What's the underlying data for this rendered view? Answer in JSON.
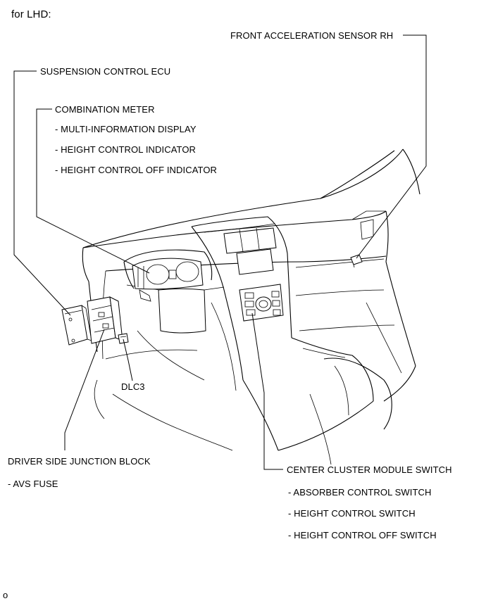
{
  "heading": "for LHD:",
  "footer_marker": "o",
  "labels": {
    "front_accel_sensor_rh": "FRONT ACCELERATION SENSOR RH",
    "suspension_ecu": "SUSPENSION CONTROL ECU",
    "combination_meter": "COMBINATION METER",
    "multi_info_display": "- MULTI-INFORMATION DISPLAY",
    "height_control_indicator": "- HEIGHT CONTROL INDICATOR",
    "height_control_off_indicator": "- HEIGHT CONTROL OFF INDICATOR",
    "dlc3": "DLC3",
    "driver_side_jb": "DRIVER SIDE JUNCTION BLOCK",
    "avs_fuse": "- AVS FUSE",
    "center_cluster_switch": "CENTER CLUSTER MODULE SWITCH",
    "absorber_control_switch": "- ABSORBER CONTROL SWITCH",
    "height_control_switch": "- HEIGHT CONTROL SWITCH",
    "height_control_off_switch": "- HEIGHT CONTROL OFF SWITCH"
  }
}
